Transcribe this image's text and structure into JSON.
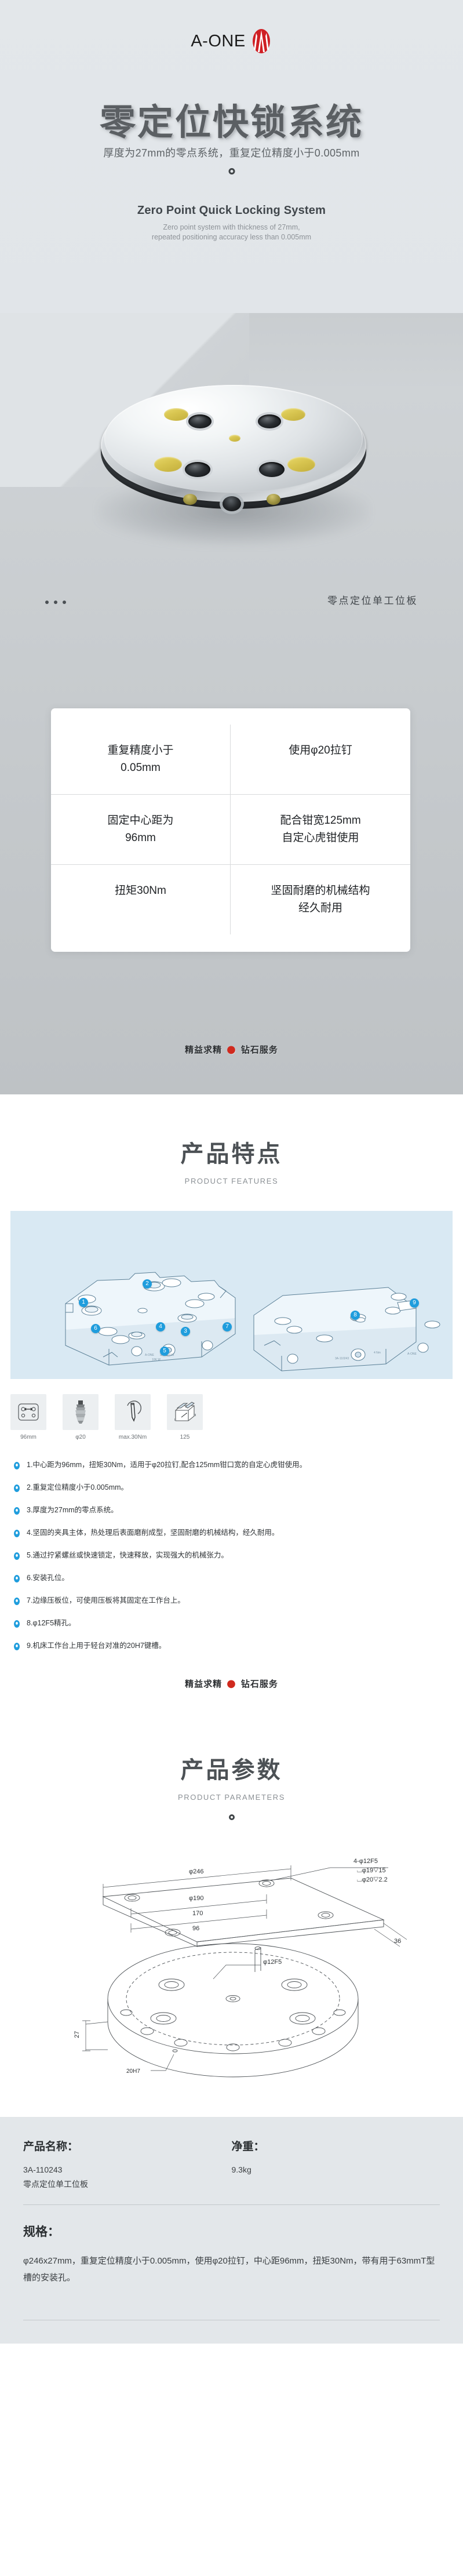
{
  "brand": {
    "word": "A-ONE",
    "mark_icon": "a-one-logo-icon"
  },
  "hero": {
    "title": "零定位快锁系统",
    "subtitle": "厚度为27mm的零点系统，重复定位精度小于0.005mm",
    "en_title": "Zero Point Quick Locking System",
    "en_sub_line1": "Zero point system with thickness of 27mm,",
    "en_sub_line2": "repeated positioning accuracy less than 0.005mm",
    "caption": "零点定位单工位板"
  },
  "spec_card": {
    "rows": [
      {
        "left": "重复精度小于\n0.05mm",
        "right": "使用φ20拉钉"
      },
      {
        "left": "固定中心距为\n96mm",
        "right": "配合钳宽125mm\n自定心虎钳使用"
      },
      {
        "left": "扭矩30Nm",
        "right": "坚固耐磨的机械结构\n经久耐用"
      }
    ]
  },
  "tagline": {
    "left": "精益求精",
    "sep": "●",
    "right": "钻石服务"
  },
  "features": {
    "title": "产品特点",
    "subtitle": "PRODUCT FEATURES",
    "callouts": [
      "1",
      "2",
      "3",
      "4",
      "5",
      "6",
      "7",
      "8",
      "9"
    ],
    "icons": [
      {
        "name": "center-distance-icon",
        "caption": "96mm"
      },
      {
        "name": "pull-stud-icon",
        "caption": "φ20"
      },
      {
        "name": "torque-icon",
        "caption": "max.30Nm"
      },
      {
        "name": "vise-icon",
        "caption": "125"
      }
    ],
    "list": [
      "1.中心距为96mm，扭矩30Nm，适用于φ20拉钉,配合125mm钳口宽的自定心虎钳使用。",
      "2.重复定位精度小于0.005mm。",
      "3.厚度为27mm的零点系统。",
      "4.坚固的夹具主体，热处理后表面磨削成型，坚固耐磨的机械结构，经久耐用。",
      "5.通过拧紧螺丝或快速锁定，快速释放，实现强大的机械张力。",
      "6.安装孔位。",
      "7.边缘压板位，可使用压板将其固定在工作台上。",
      "8.φ12F5精孔。",
      "9.机床工作台上用于轻台对准的20H7键槽。"
    ]
  },
  "parameters": {
    "title": "产品参数",
    "subtitle": "PRODUCT PARAMETERS",
    "drawing": {
      "dim_outer": "φ246",
      "dim_bolt_circle": "φ190",
      "dim_170": "170",
      "dim_96": "96",
      "dim_36": "36",
      "dim_27": "27",
      "dim_12f5": "φ12F5",
      "note_line1": "4-φ12F5",
      "note_line2": "⌴φ19▽15",
      "note_line3": "⌴φ20▽2.2",
      "note_20h7": "20H7"
    }
  },
  "bottom": {
    "name_label": "产品名称：",
    "name_code": "3A-110243",
    "name_desc": "零点定位单工位板",
    "weight_label": "净重：",
    "weight_value": "9.3kg",
    "spec_label": "规格：",
    "spec_text": "φ246x27mm，重复定位精度小于0.005mm，使用φ20拉钉，中心距96mm，扭矩30Nm，带有用于63mmT型槽的安装孔。"
  },
  "colors": {
    "accent_blue": "#1f9ddd",
    "brand_red": "#d02a1e",
    "hero_bg": "#e3e7ea",
    "panel_blue": "#d9e9f3"
  }
}
